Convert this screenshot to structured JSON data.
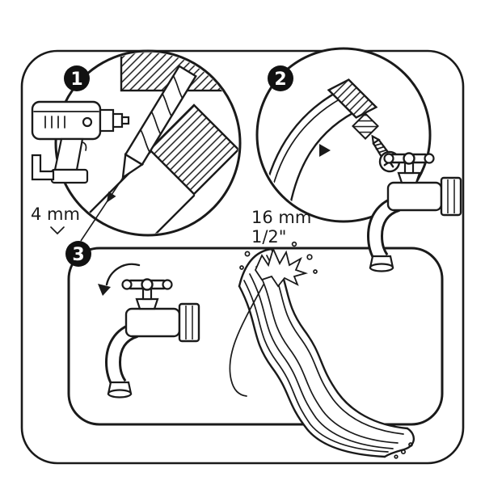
{
  "document": {
    "kind": "assembly-instruction-sheet",
    "colors": {
      "paper": "#ffffff",
      "ink": "#1a1a1a",
      "badge_background": "#111111",
      "badge_text": "#ffffff"
    }
  },
  "steps": {
    "step1": {
      "badge": "1",
      "dimension": "4 mm"
    },
    "step2": {
      "badge": "2",
      "dimension": "16 mm",
      "dimension_alt": "1/2\""
    },
    "step3": {
      "badge": "3"
    }
  },
  "icons": {
    "power-drill-icon": "line-art drill tool",
    "drill-bit-icon": "twist drill bit in corner section",
    "corner-cross-section-icon": "hatched corner cross-section",
    "pointer-arrow-icon": "small filled triangle",
    "pipe-elbow-section-icon": "curved pipe with hatched fitting",
    "screw-icon": "phillips screw",
    "water-tap-icon": "garden tap with coupling nut",
    "rotate-arrow-icon": "counter-clockwise arc arrow",
    "slide-icon": "wavy playground slide",
    "water-splash-icon": "splash with droplets",
    "string-icon": "hanging cord",
    "water-drops-icon": "drops at slide end",
    "caret-mark-icon": "small chevron under dimension"
  }
}
